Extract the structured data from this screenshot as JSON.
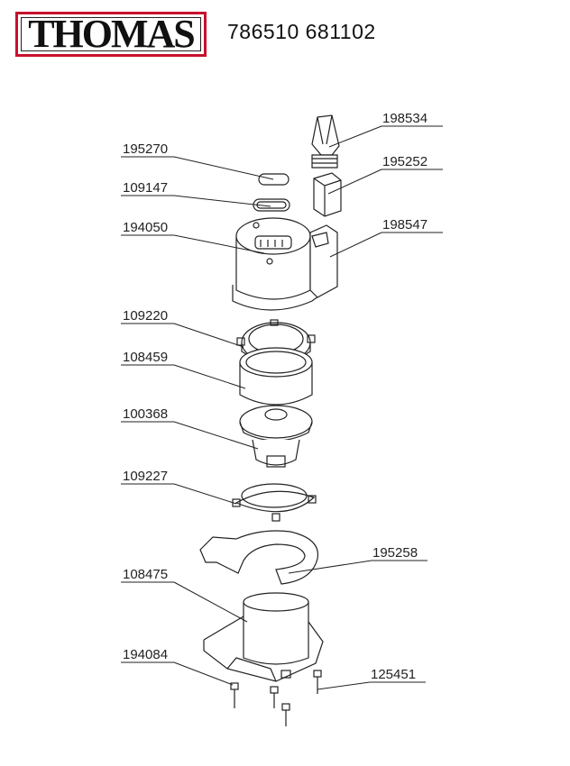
{
  "header": {
    "brand": "THOMAS",
    "model_numbers": "786510 681102"
  },
  "parts": [
    {
      "id": "p198534",
      "number": "198534"
    },
    {
      "id": "p195270",
      "number": "195270"
    },
    {
      "id": "p195252",
      "number": "195252"
    },
    {
      "id": "p109147",
      "number": "109147"
    },
    {
      "id": "p194050",
      "number": "194050"
    },
    {
      "id": "p198547",
      "number": "198547"
    },
    {
      "id": "p109220",
      "number": "109220"
    },
    {
      "id": "p108459",
      "number": "108459"
    },
    {
      "id": "p100368",
      "number": "100368"
    },
    {
      "id": "p109227",
      "number": "109227"
    },
    {
      "id": "p195258",
      "number": "195258"
    },
    {
      "id": "p108475",
      "number": "108475"
    },
    {
      "id": "p194084",
      "number": "194084"
    },
    {
      "id": "p125451",
      "number": "125451"
    }
  ],
  "colors": {
    "brand_red": "#c8102e",
    "line": "#222222",
    "background": "#ffffff"
  }
}
